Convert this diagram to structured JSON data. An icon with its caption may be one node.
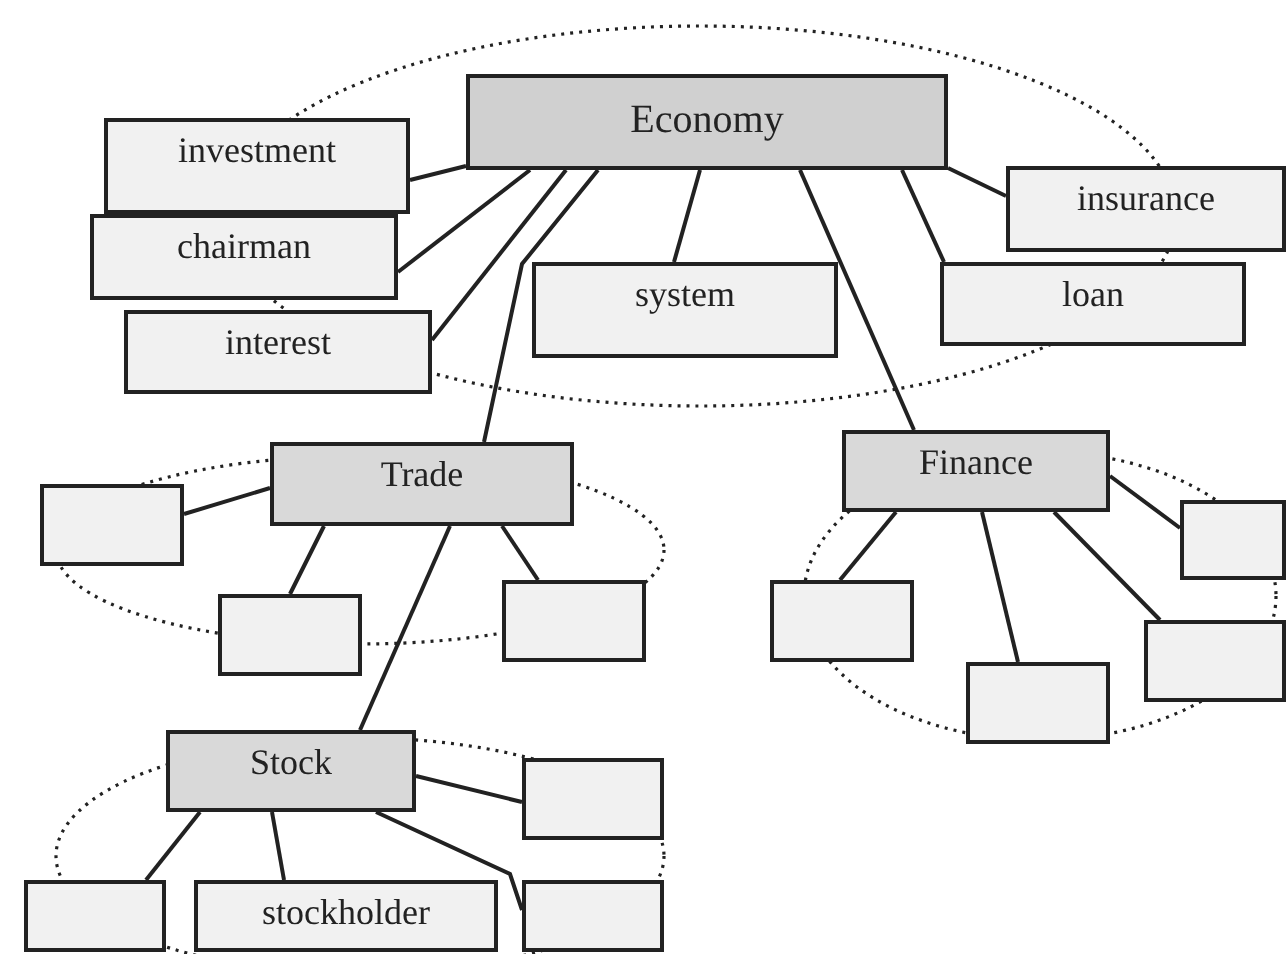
{
  "diagram": {
    "nodes": [
      {
        "text": [
          "Economy"
        ]
      },
      {
        "text": [
          "investment"
        ]
      },
      {
        "text": [
          "chairman"
        ]
      },
      {
        "text": [
          "interest"
        ]
      },
      {
        "text": [
          "system"
        ]
      },
      {
        "text": [
          "insurance"
        ]
      },
      {
        "text": [
          "loan"
        ]
      },
      {
        "text": [
          "Trade"
        ]
      },
      {
        "text": [
          "Finance"
        ]
      },
      {
        "text": [],
        "shape": "box"
      },
      {
        "text": [],
        "shape": "box"
      },
      {
        "text": [],
        "shape": "box"
      },
      {
        "text": [],
        "shape": "box"
      },
      {
        "text": [],
        "shape": "box"
      },
      {
        "text": [],
        "shape": "box"
      },
      {
        "text": [],
        "shape": "box"
      },
      {
        "text": [
          "Stock"
        ]
      },
      {
        "text": [],
        "shape": "box"
      },
      {
        "text": [],
        "shape": "box"
      },
      {
        "text": [
          "stockholder"
        ]
      },
      {
        "text": [],
        "shape": "box"
      }
    ],
    "edges": [
      {
        "from": 0,
        "to": 1,
        "arrow": "none"
      },
      {
        "from": 0,
        "to": 2,
        "arrow": "none"
      },
      {
        "from": 0,
        "to": 3,
        "arrow": "none"
      },
      {
        "from": 0,
        "to": 7,
        "arrow": "none"
      },
      {
        "from": 0,
        "to": 4,
        "arrow": "none"
      },
      {
        "from": 0,
        "to": 8,
        "arrow": "none"
      },
      {
        "from": 0,
        "to": 6,
        "arrow": "none"
      },
      {
        "from": 0,
        "to": 5,
        "arrow": "none"
      },
      {
        "from": 7,
        "to": 9,
        "arrow": "none"
      },
      {
        "from": 7,
        "to": 10,
        "arrow": "none"
      },
      {
        "from": 7,
        "to": 11,
        "arrow": "none"
      },
      {
        "from": 7,
        "to": 16,
        "arrow": "none"
      },
      {
        "from": 8,
        "to": 12,
        "arrow": "none"
      },
      {
        "from": 8,
        "to": 13,
        "arrow": "none"
      },
      {
        "from": 8,
        "to": 14,
        "arrow": "none"
      },
      {
        "from": 8,
        "to": 15,
        "arrow": "none"
      },
      {
        "from": 16,
        "to": 17,
        "arrow": "none"
      },
      {
        "from": 16,
        "to": 18,
        "arrow": "none"
      },
      {
        "from": 16,
        "to": 19,
        "arrow": "none"
      },
      {
        "from": 16,
        "to": 20,
        "arrow": "none"
      }
    ]
  }
}
